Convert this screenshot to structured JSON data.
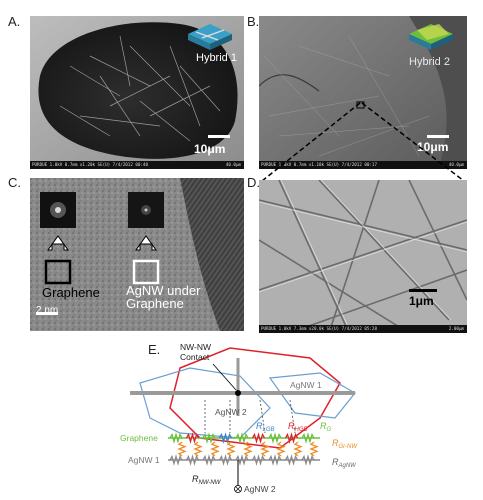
{
  "panels": {
    "a": {
      "label": "A.",
      "hybrid": "Hybrid 1",
      "scale": "10μm",
      "footer": "PURDUE 1.0kV 0.7mm x1.20k SE(U) 7/4/2012 00:40",
      "footer_right": "40.0μm"
    },
    "b": {
      "label": "B.",
      "hybrid": "Hybrid 2",
      "scale": "10μm",
      "footer": "PURDUE 1.0kV 0.7mm x1.10k SE(U) 7/4/2012 00:17",
      "footer_right": "40.0μm"
    },
    "c": {
      "label": "C.",
      "graphene": "Graphene",
      "agnw_under": "AgNW under",
      "agnw_under_2": "Graphene",
      "scale": "2 nm"
    },
    "d": {
      "label": "D.",
      "scale": "1μm",
      "footer": "PURDUE 1.0kV 7.3mm x20.0k SE(U) 7/4/2012 05:28",
      "footer_right": "2.00μm"
    },
    "e": {
      "label": "E.",
      "contact_1": "NW-NW",
      "contact_2": "Contact",
      "agnw1_top": "AgNW 1",
      "agnw2_top": "AgNW 2",
      "graphene": "Graphene",
      "agnw1_bottom": "AgNW 1",
      "agnw2_bottom": "AgNW 2",
      "r_lgb": "R",
      "r_lgb_sub": "LGB",
      "r_hgb": "R",
      "r_hgb_sub": "HGB",
      "r_g": "R",
      "r_g_sub": "G",
      "r_grnw": "R",
      "r_grnw_sub": "Gr-NW",
      "r_agnw": "R",
      "r_agnw_sub": "AgNW",
      "r_nwnw": "R",
      "r_nwnw_sub": "NW-NW"
    }
  },
  "colors": {
    "graphene_green": "#6cbf3c",
    "resistor_red": "#e0202a",
    "resistor_blue": "#3a7fd0",
    "resistor_orange": "#f08a24",
    "agnw_gray": "#8a8a8a",
    "flake_red": "#e0202a",
    "flake_blue": "#6a9fd0"
  }
}
